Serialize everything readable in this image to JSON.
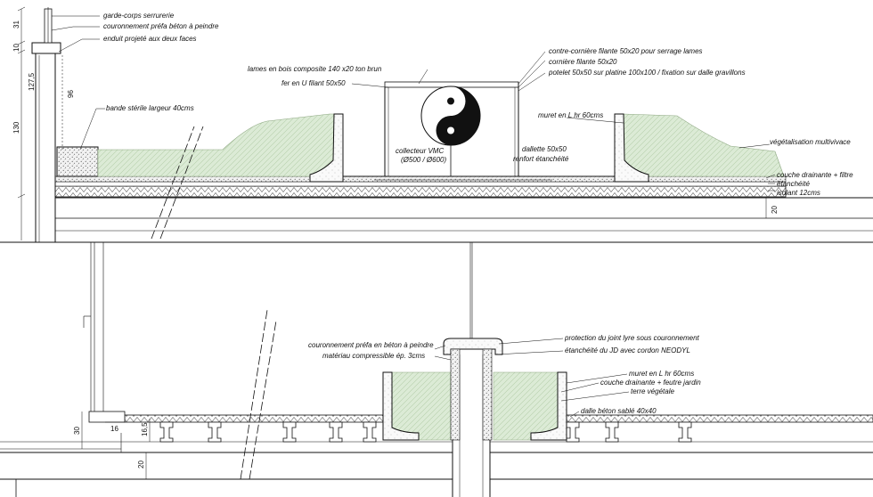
{
  "top_section": {
    "labels": {
      "garde_corps": "garde-corps serrurerie",
      "couronnement_top": "couronnement préfa béton à peindre",
      "enduit": "enduit projeté aux deux faces",
      "bande_sterile": "bande stérile largeur 40cms",
      "lames_bois": "lames en bois composite 140 x20 ton brun",
      "fer_u": "fer en U filant 50x50",
      "contre_corniere": "contre-cornière filante 50x20 pour serrage  lames",
      "corniere": "cornière filante 50x20",
      "potelet": "potelet 50x50 sur platine 100x100 / fixation sur dalle gravillons",
      "muret_top": "muret en L hr 60cms",
      "collecteur_1": "collecteur  VMC",
      "collecteur_2": "(Ø500 / Ø600)",
      "dallette_1": "dallette 50x50",
      "dallette_2": "renfort étanchéité",
      "vegetalisation": "végétalisation multivivace",
      "couche_drainante_top": "couche drainante + filtre",
      "etancheite": "étanchéité",
      "isolant": "isolant 12cms"
    },
    "dims": {
      "d31": "31",
      "d10": "10",
      "d130": "130",
      "d96": "96",
      "d1275": "127,5",
      "d20": "20"
    }
  },
  "bottom_section": {
    "labels": {
      "couronnement_bottom": "couronnement préfa en béton à peindre",
      "materiau": "matériau compressible ép. 3cms",
      "protection": "protection du joint lyre sous couronnement",
      "etancheite_jd": "étanchéité du JD avec cordon NEODYL",
      "muret_bottom": "muret en L hr 60cms",
      "couche_drainante_bottom": "couche drainante + feutre jardin",
      "terre": "terre végétale",
      "dalle_beton": "dalle béton sablé 40x40"
    },
    "dims": {
      "d30": "30",
      "d16": "16",
      "d165": "16,5",
      "d20": "20"
    }
  },
  "colors": {
    "vegetation": "#dcebd6",
    "line": "#111111"
  }
}
